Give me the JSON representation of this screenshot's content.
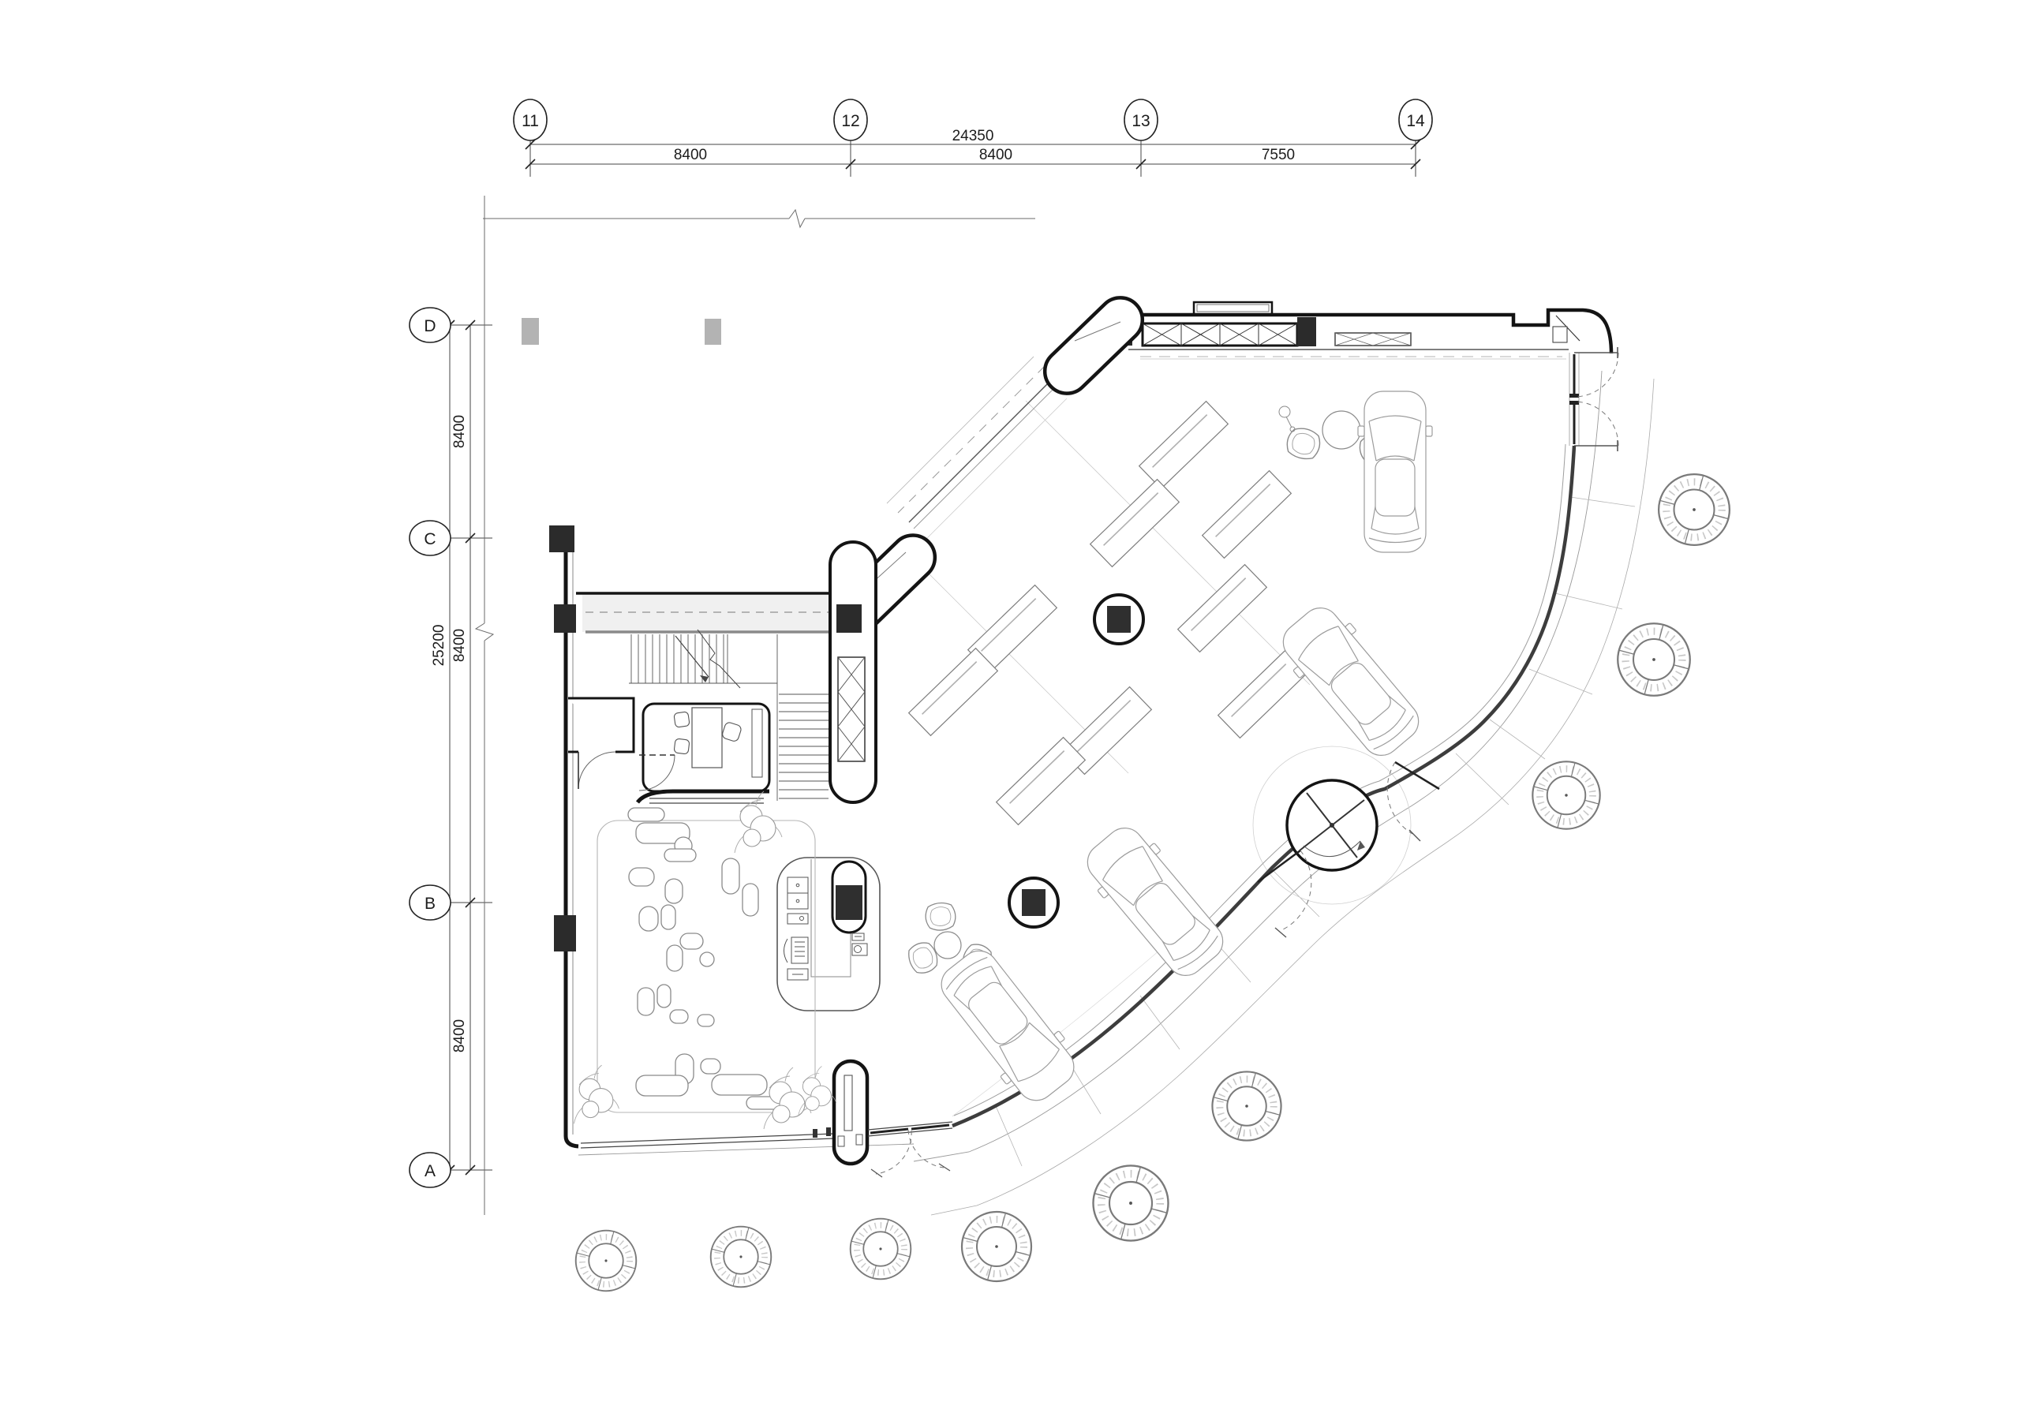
{
  "grid": {
    "top": {
      "bubbles": [
        "11",
        "12",
        "13",
        "14"
      ],
      "overall_dim": "24350",
      "segment_dims": [
        "8400",
        "8400",
        "7550"
      ]
    },
    "left": {
      "bubbles": [
        "D",
        "C",
        "B",
        "A"
      ],
      "overall_dim": "25200",
      "segment_dims": [
        "8400",
        "8400",
        "8400"
      ]
    }
  },
  "colors": {
    "background": "#ffffff",
    "wall_line": "#141414",
    "glass_curtain": "#3d3d3d",
    "column_fill": "#2f2f2f",
    "upper_floor_column_fill": "#b3b3b3",
    "medium_line": "#8a8a8a",
    "light_line": "#c8c8c8"
  }
}
